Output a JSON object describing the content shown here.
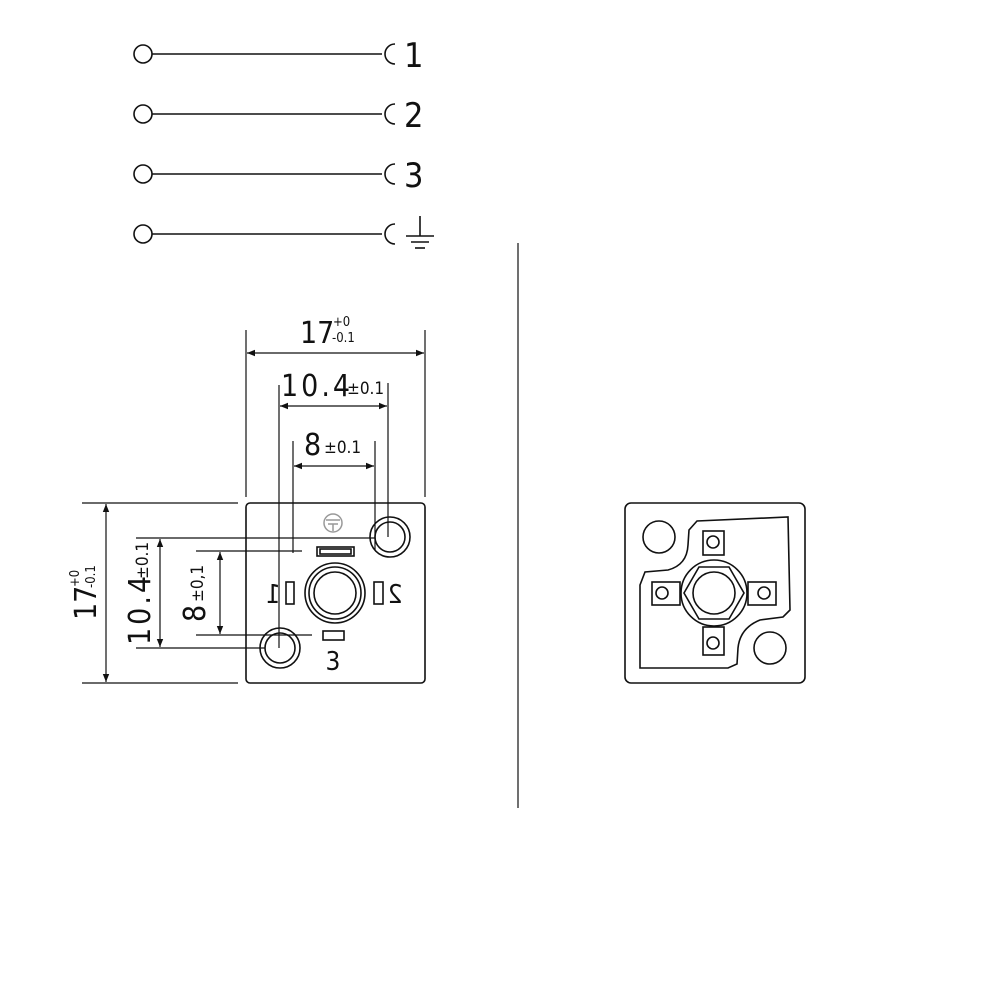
{
  "wiring": {
    "terminals": [
      {
        "label": "1"
      },
      {
        "label": "2"
      },
      {
        "label": "3"
      },
      {
        "label": "",
        "icon": "ground-icon"
      }
    ]
  },
  "front_view": {
    "width_dim": {
      "nominal": "17",
      "upper": "+0",
      "lower": "-0.1"
    },
    "hole_spacing_h": {
      "nominal": "10.4",
      "tol": "±0.1"
    },
    "pin_spacing_h": {
      "nominal": "8",
      "tol": "±0.1"
    },
    "height_dim": {
      "nominal": "17",
      "upper": "+0",
      "lower": "-0.1"
    },
    "hole_spacing_v": {
      "nominal": "10.4",
      "tol": "±0.1"
    },
    "pin_spacing_v": {
      "nominal": "8",
      "tol": "±0,1"
    },
    "pin_labels": [
      "1",
      "2",
      "3"
    ],
    "ground_mark_color": "#999999"
  },
  "colors": {
    "line": "#111111",
    "background": "#ffffff"
  }
}
